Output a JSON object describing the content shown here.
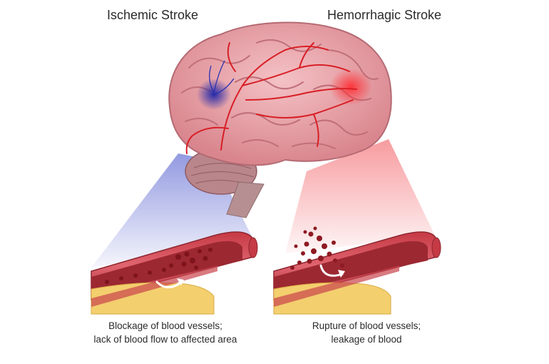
{
  "headings": {
    "ischemic": "Ischemic Stroke",
    "hemorrhagic": "Hemorrhagic Stroke"
  },
  "captions": {
    "ischemic_line1": "Blockage of blood vessels;",
    "ischemic_line2": "lack of blood flow to affected area",
    "hemorrhagic_line1": "Rupture of blood vessels;",
    "hemorrhagic_line2": "leakage of blood"
  },
  "colors": {
    "brain": "#e8a2a8",
    "brain_fold": "#c9727c",
    "artery": "#d81f26",
    "ischemic_zone": "#2f39b8",
    "hemorrhage_zone": "#f0303a",
    "vessel_wall": "#b3303a",
    "plaque": "#f5d27a",
    "blood_cell": "#8e1a22"
  }
}
